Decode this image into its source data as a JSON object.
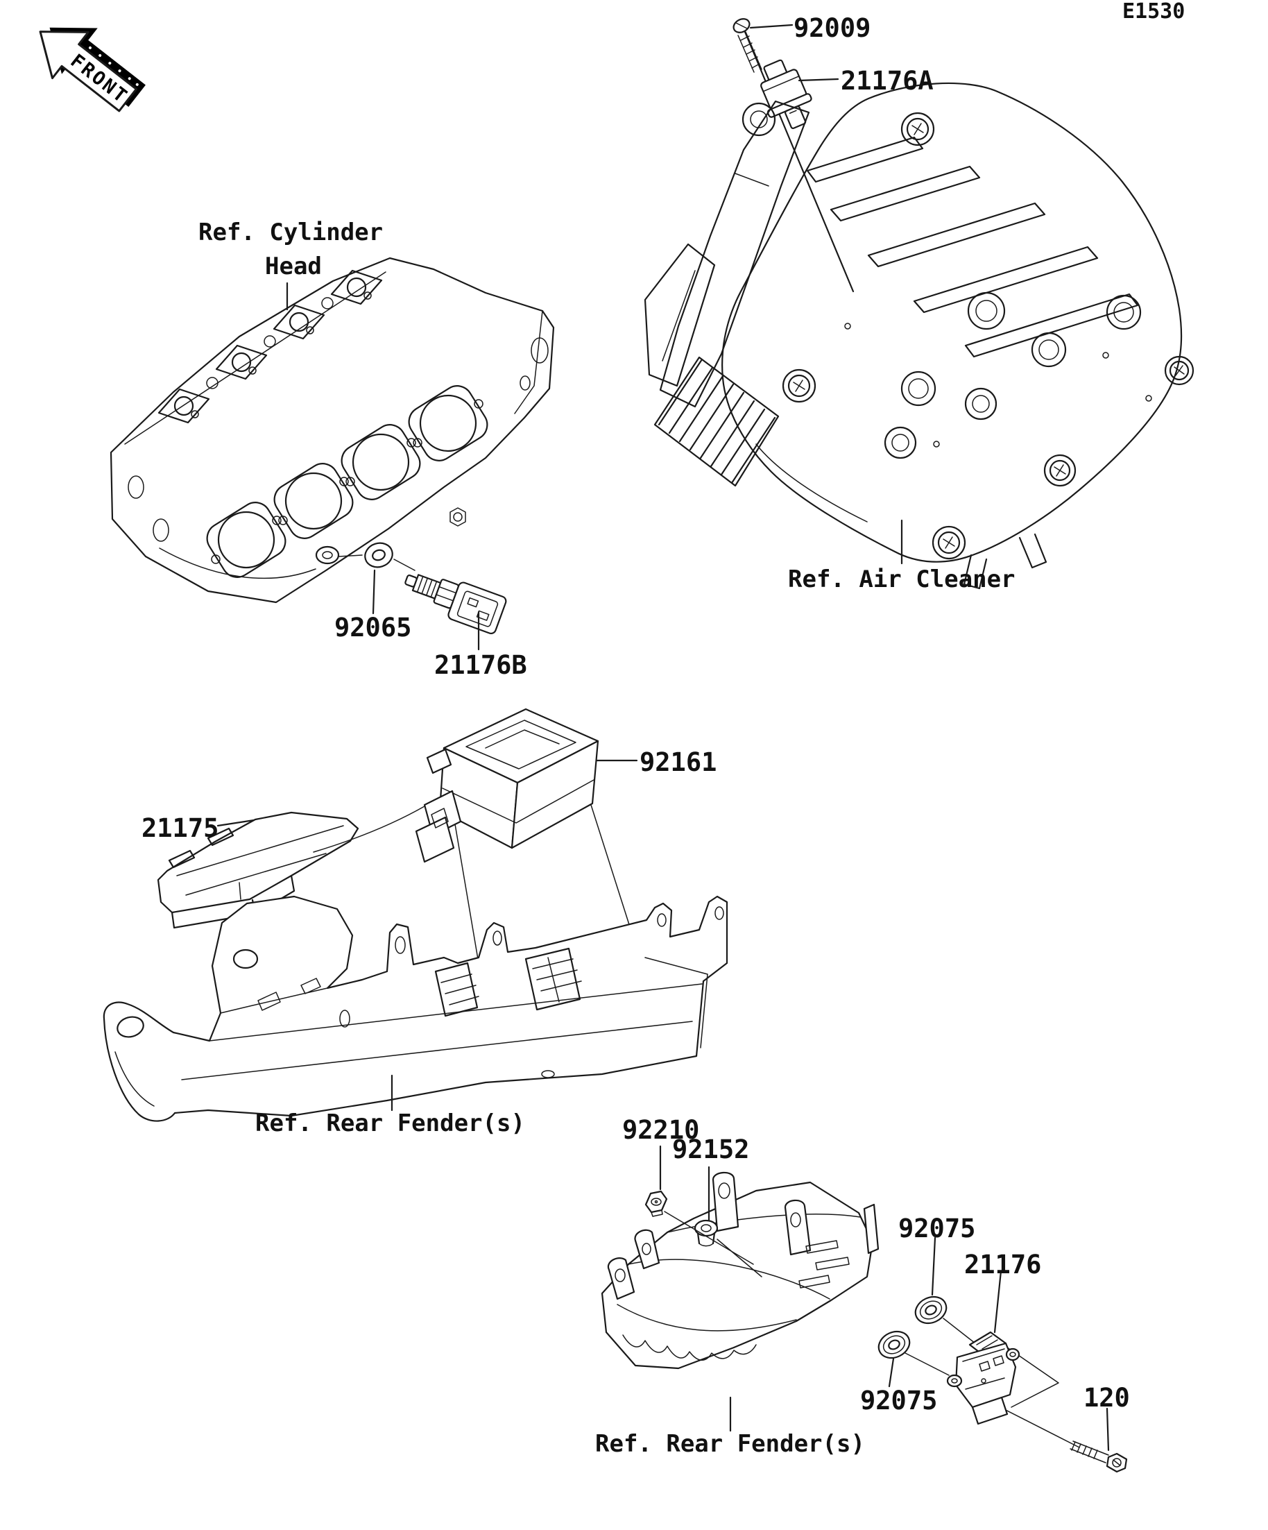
{
  "page": {
    "code": "E1530"
  },
  "front_arrow": {
    "label": "FRONT"
  },
  "callouts": {
    "screw_92009": "92009",
    "sensor_21176a": "21176A",
    "washer_92065": "92065",
    "sensor_21176b": "21176B",
    "bracket_92161": "92161",
    "ecu_21175": "21175",
    "nut_92210": "92210",
    "collar_92152": "92152",
    "damper_92075_upper": "92075",
    "sensor_21176": "21176",
    "damper_92075_lower": "92075",
    "bolt_120": "120"
  },
  "references": {
    "cylinder_head_line1": "Ref. Cylinder",
    "cylinder_head_line2": "Head",
    "air_cleaner": "Ref. Air Cleaner",
    "rear_fender_mid": "Ref. Rear Fender(s)",
    "rear_fender_bottom": "Ref. Rear Fender(s)"
  },
  "colors": {
    "line": "#1a1a1a",
    "background": "#ffffff"
  }
}
